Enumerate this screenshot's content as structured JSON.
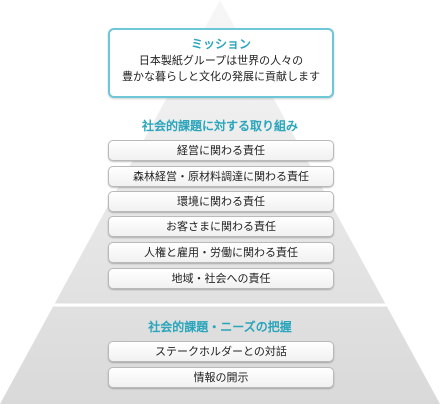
{
  "mission": {
    "title": "ミッション",
    "lines": [
      "日本製紙グループは世界の人々の",
      "豊かな暮らしと文化の発展に貢献します"
    ]
  },
  "social_issues": {
    "title": "社会的課題に対する取り組み",
    "items": [
      "経営に関わる責任",
      "森林経営・原材料調達に関わる責任",
      "環境に関わる責任",
      "お客さまに関わる責任",
      "人権と雇用・労働に関わる責任",
      "地域・社会への責任"
    ]
  },
  "needs": {
    "title": "社会的課題・ニーズの把握",
    "items": [
      "ステークホルダーとの対話",
      "情報の開示"
    ]
  },
  "colors": {
    "accent": "#2aa5bb",
    "mission_border": "#6ec7d6",
    "pyramid_top": "#f4f4f4",
    "pyramid_bottom": "#dcdcdc"
  }
}
